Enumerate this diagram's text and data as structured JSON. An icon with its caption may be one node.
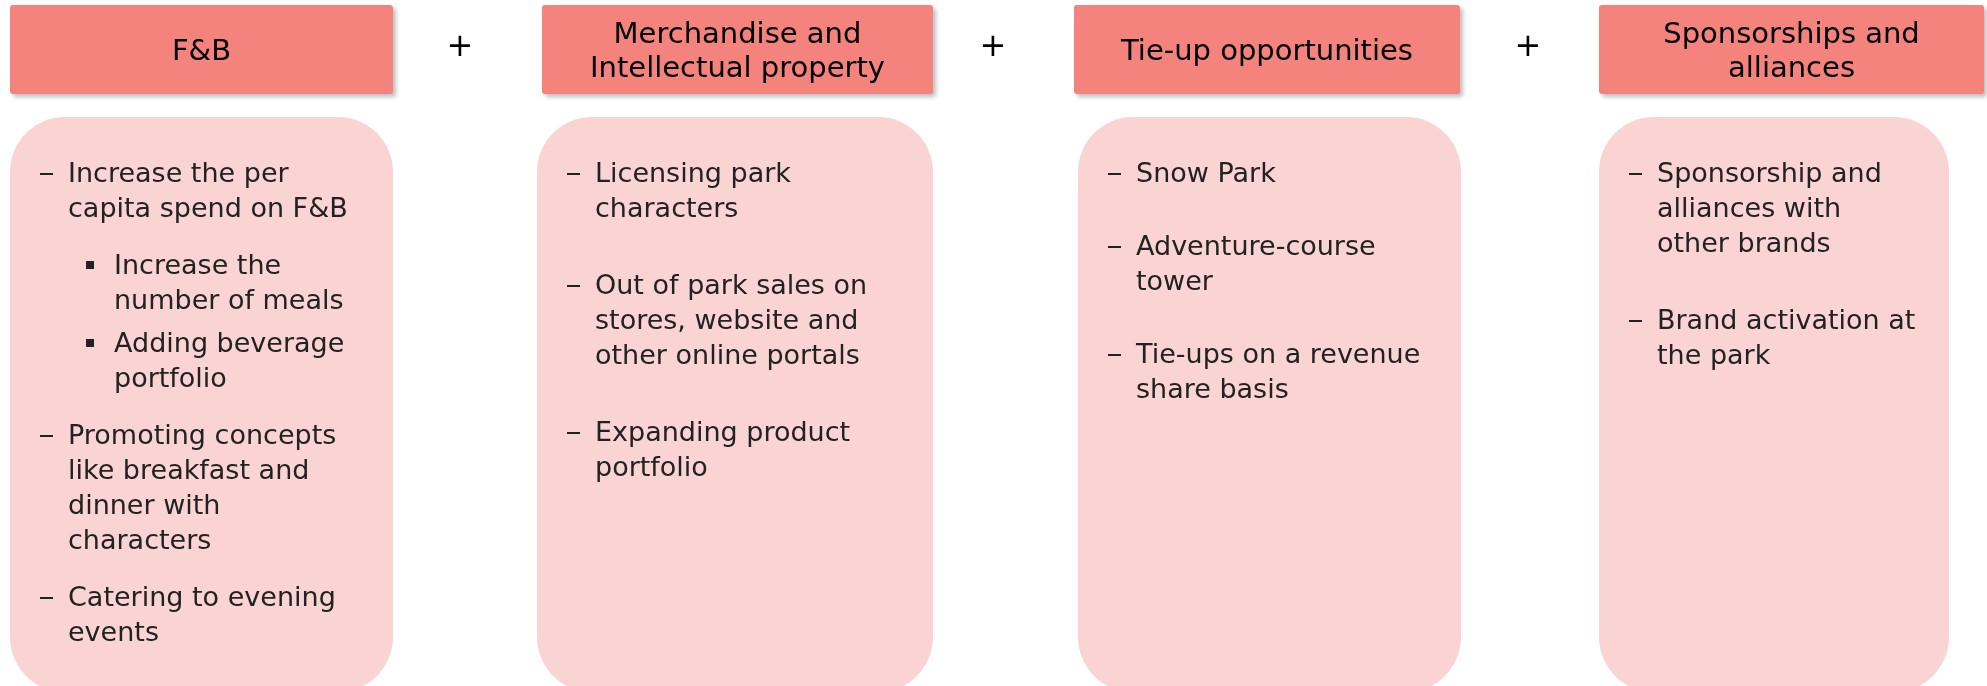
{
  "diagram": {
    "nodes": [
      {
        "text": [
          "F&B"
        ]
      },
      {
        "text": [
          "Increase the per capita spend on F&B",
          "Increase the number of meals",
          "Adding beverage portfolio",
          "Promoting concepts like breakfast and dinner with characters",
          "Catering to evening events"
        ]
      },
      {
        "text": [
          "Merchandise and Intellectual property"
        ]
      },
      {
        "text": [
          "Licensing park characters",
          "Out of park sales on stores, website and other online portals",
          "Expanding product portfolio"
        ]
      },
      {
        "text": [
          "Tie-up opportunities"
        ]
      },
      {
        "text": [
          "Snow Park",
          "Adventure-course tower",
          "Tie-ups on a revenue share basis"
        ]
      },
      {
        "text": [
          "Sponsorships and alliances"
        ]
      },
      {
        "text": [
          "Sponsorship and alliances with other brands",
          "Brand activation at the park"
        ]
      }
    ],
    "labels": [
      "+",
      "+",
      "+"
    ]
  }
}
